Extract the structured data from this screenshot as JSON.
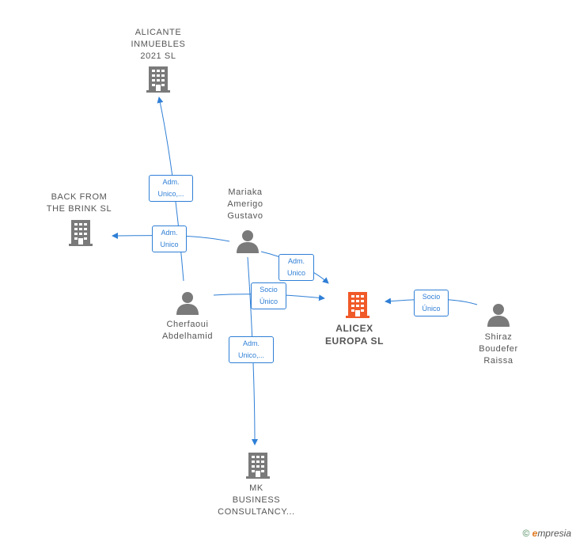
{
  "colors": {
    "edge": "#2f7fd6",
    "company": "#7a7a7a",
    "company_main": "#f05a28",
    "person": "#7a7a7a"
  },
  "nodes": {
    "alicante": {
      "lines": [
        "ALICANTE",
        "INMUEBLES",
        "2021  SL"
      ],
      "icon": "building-icon"
    },
    "backfrom": {
      "lines": [
        "BACK FROM",
        "THE BRINK  SL"
      ],
      "icon": "building-icon"
    },
    "mariaka": {
      "lines": [
        "Mariaka",
        "Amerigo",
        "Gustavo"
      ],
      "icon": "person-icon"
    },
    "cherfaoui": {
      "lines": [
        "Cherfaoui",
        "Abdelhamid"
      ],
      "icon": "person-icon"
    },
    "alicex": {
      "lines": [
        "ALICEX",
        "EUROPA  SL"
      ],
      "icon": "building-icon"
    },
    "shiraz": {
      "lines": [
        "Shiraz",
        "Boudefer",
        "Raissa"
      ],
      "icon": "person-icon"
    },
    "mk": {
      "lines": [
        "MK",
        "BUSINESS",
        "CONSULTANCY..."
      ],
      "icon": "building-icon"
    }
  },
  "edges": {
    "e1": {
      "lines": [
        "Adm.",
        "Unico,..."
      ]
    },
    "e2": {
      "lines": [
        "Adm.",
        "Unico"
      ]
    },
    "e3": {
      "lines": [
        "Adm.",
        "Unico"
      ]
    },
    "e4": {
      "lines": [
        "Socio",
        "Único"
      ]
    },
    "e5": {
      "lines": [
        "Adm.",
        "Unico,..."
      ]
    },
    "e6": {
      "lines": [
        "Socio",
        "Único"
      ]
    }
  },
  "footer": {
    "copyright": "©",
    "brand_first": "e",
    "brand_rest": "mpresia"
  }
}
